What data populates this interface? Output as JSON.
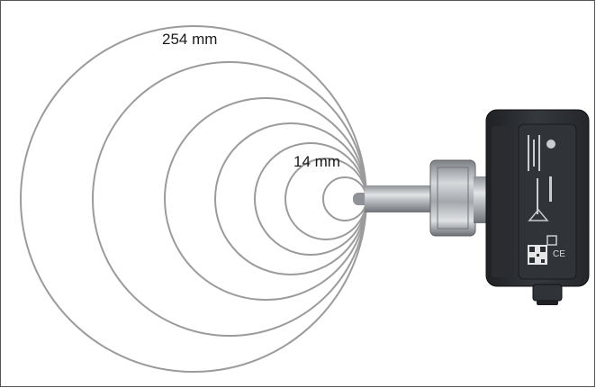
{
  "labels": {
    "outer_circle": "254 mm",
    "inner_circle": "14 mm"
  },
  "device": {
    "icon": "level-sensor-device-icon",
    "housing_color": "#2b2d31",
    "probe_color": "#b9bcbf"
  },
  "circle_color": "#9b9b9b",
  "circle_count": 7
}
